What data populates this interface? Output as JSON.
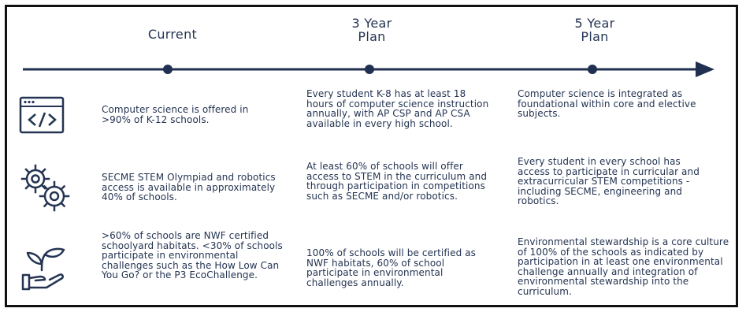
{
  "phases": {
    "current": "Current",
    "three_year": "3 Year\nPlan",
    "five_year": "5 Year\nPlan"
  },
  "icons": [
    "code-window-icon",
    "gears-icon",
    "hand-plant-icon"
  ],
  "colors": {
    "timeline": "#203050",
    "text": "#243452"
  },
  "rows": [
    {
      "current": "Computer science is offered in >90% of K-12 schools.",
      "three_year": "Every student K-8 has at least 18 hours of computer science instruction annually, with AP CSP and AP CSA available in every high school.",
      "five_year": "Computer science is integrated as foundational within core and elective subjects."
    },
    {
      "current": "SECME STEM Olympiad and robotics access is available in approximately 40% of schools.",
      "three_year": "At least 60% of schools will offer access to STEM in the curriculum and through participation in competitions such as SECME and/or robotics.",
      "five_year": "Every student in every school has access to participate in curricular and extracurricular STEM competitions - including SECME, engineering and robotics."
    },
    {
      "current": ">60% of schools are NWF certified schoolyard habitats. <30% of schools participate in environmental challenges such as the How Low Can You Go? or the P3 EcoChallenge.",
      "three_year": "100% of schools will be certified as NWF habitats, 60% of school participate in environmental challenges annually.",
      "five_year": "Environmental stewardship is a core culture of 100% of the schools as indicated by participation in at least one environmental challenge annually and integration of environmental stewardship into the curriculum."
    }
  ]
}
